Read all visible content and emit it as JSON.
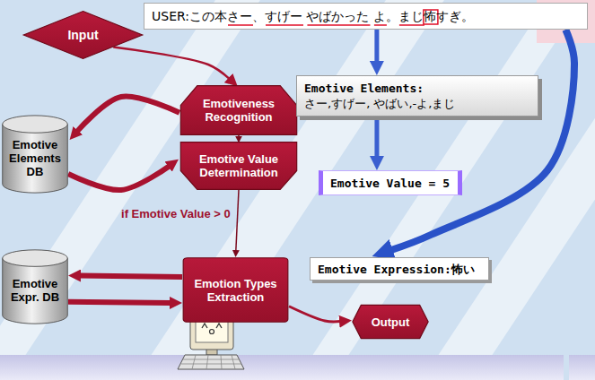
{
  "diagram": {
    "nodes": [
      {
        "text": [
          "Input"
        ]
      },
      {
        "text": [
          "USER:この本さー、すげー やばかった よ。まじ怖すぎ。"
        ]
      },
      {
        "text": [
          "Emotiveness Recognition"
        ]
      },
      {
        "text": [
          "Emotive Elements:",
          "さー,すげー, やばい,-よ,まじ"
        ]
      },
      {
        "text": [
          "Emotive Elements DB"
        ]
      },
      {
        "text": [
          "Emotive Value Determination"
        ]
      },
      {
        "text": [
          "Emotive Value = 5"
        ]
      },
      {
        "text": [
          "Emotive Expr. DB"
        ]
      },
      {
        "text": [
          "Emotion Types Extraction"
        ]
      },
      {
        "text": [
          "Emotive Expression:怖い"
        ]
      },
      {
        "text": [
          "Output"
        ]
      }
    ],
    "edges": [
      {
        "from": 0,
        "to": 2,
        "arrow": "to"
      },
      {
        "from": 1,
        "to": 3,
        "arrow": "to"
      },
      {
        "from": 3,
        "to": 6,
        "arrow": "to"
      },
      {
        "from": 2,
        "to": 4,
        "arrow": "to"
      },
      {
        "from": 4,
        "to": 5,
        "arrow": "to"
      },
      {
        "from": 2,
        "to": 5,
        "arrow": "to"
      },
      {
        "from": 5,
        "to": 8,
        "label": "if Emotive Value > 0",
        "arrow": "to"
      },
      {
        "from": 8,
        "to": 7,
        "arrow": "to"
      },
      {
        "from": 7,
        "to": 8,
        "arrow": "to"
      },
      {
        "from": 1,
        "to": 9,
        "arrow": "to"
      },
      {
        "from": 8,
        "to": 10,
        "arrow": "to"
      }
    ]
  }
}
